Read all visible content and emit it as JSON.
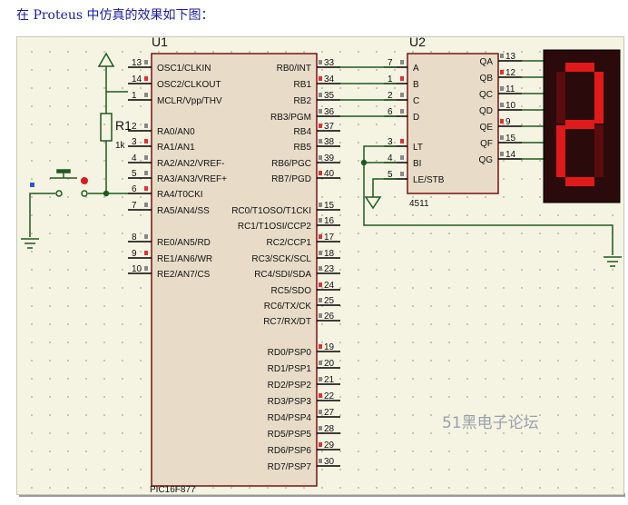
{
  "caption": "在 Proteus 中仿真的效果如下图：",
  "u1": {
    "ref": "U1",
    "part": "PIC16F877",
    "left_pins": [
      {
        "num": "13",
        "name": "OSC1/CLKIN"
      },
      {
        "num": "14",
        "name": "OSC2/CLKOUT"
      },
      {
        "num": "1",
        "name": "MCLR/Vpp/THV"
      },
      {
        "num": "2",
        "name": "RA0/AN0"
      },
      {
        "num": "3",
        "name": "RA1/AN1"
      },
      {
        "num": "4",
        "name": "RA2/AN2/VREF-"
      },
      {
        "num": "5",
        "name": "RA3/AN3/VREF+"
      },
      {
        "num": "6",
        "name": "RA4/T0CKI"
      },
      {
        "num": "7",
        "name": "RA5/AN4/SS"
      },
      {
        "num": "8",
        "name": "RE0/AN5/RD"
      },
      {
        "num": "9",
        "name": "RE1/AN6/WR"
      },
      {
        "num": "10",
        "name": "RE2/AN7/CS"
      }
    ],
    "right_pins": [
      {
        "num": "33",
        "name": "RB0/INT"
      },
      {
        "num": "34",
        "name": "RB1"
      },
      {
        "num": "35",
        "name": "RB2"
      },
      {
        "num": "36",
        "name": "RB3/PGM"
      },
      {
        "num": "37",
        "name": "RB4"
      },
      {
        "num": "38",
        "name": "RB5"
      },
      {
        "num": "39",
        "name": "RB6/PGC"
      },
      {
        "num": "40",
        "name": "RB7/PGD"
      },
      {
        "num": "15",
        "name": "RC0/T1OSO/T1CKI"
      },
      {
        "num": "16",
        "name": "RC1/T1OSI/CCP2"
      },
      {
        "num": "17",
        "name": "RC2/CCP1"
      },
      {
        "num": "18",
        "name": "RC3/SCK/SCL"
      },
      {
        "num": "23",
        "name": "RC4/SDI/SDA"
      },
      {
        "num": "24",
        "name": "RC5/SDO"
      },
      {
        "num": "25",
        "name": "RC6/TX/CK"
      },
      {
        "num": "26",
        "name": "RC7/RX/DT"
      },
      {
        "num": "19",
        "name": "RD0/PSP0"
      },
      {
        "num": "20",
        "name": "RD1/PSP1"
      },
      {
        "num": "21",
        "name": "RD2/PSP2"
      },
      {
        "num": "22",
        "name": "RD3/PSP3"
      },
      {
        "num": "27",
        "name": "RD4/PSP4"
      },
      {
        "num": "28",
        "name": "RD5/PSP5"
      },
      {
        "num": "29",
        "name": "RD6/PSP6"
      },
      {
        "num": "30",
        "name": "RD7/PSP7"
      }
    ]
  },
  "u2": {
    "ref": "U2",
    "part": "4511",
    "left_pins": [
      {
        "num": "7",
        "name": "A"
      },
      {
        "num": "1",
        "name": "B"
      },
      {
        "num": "2",
        "name": "C"
      },
      {
        "num": "6",
        "name": "D"
      },
      {
        "num": "3",
        "name": "LT"
      },
      {
        "num": "4",
        "name": "BI"
      },
      {
        "num": "5",
        "name": "LE/STB"
      }
    ],
    "right_pins": [
      {
        "num": "13",
        "name": "QA"
      },
      {
        "num": "12",
        "name": "QB"
      },
      {
        "num": "11",
        "name": "QC"
      },
      {
        "num": "10",
        "name": "QD"
      },
      {
        "num": "9",
        "name": "QE"
      },
      {
        "num": "15",
        "name": "QF"
      },
      {
        "num": "14",
        "name": "QG"
      }
    ]
  },
  "r1": {
    "ref": "R1",
    "value": "1k"
  },
  "display": {
    "digit": "2",
    "color": "#e01a1a",
    "off_color": "#5a0c0c"
  },
  "watermark": "51黑电子论坛",
  "colors": {
    "wire": "#1e5a1e",
    "high": "#e53030",
    "low": "#3050e0",
    "body": "#000000"
  }
}
